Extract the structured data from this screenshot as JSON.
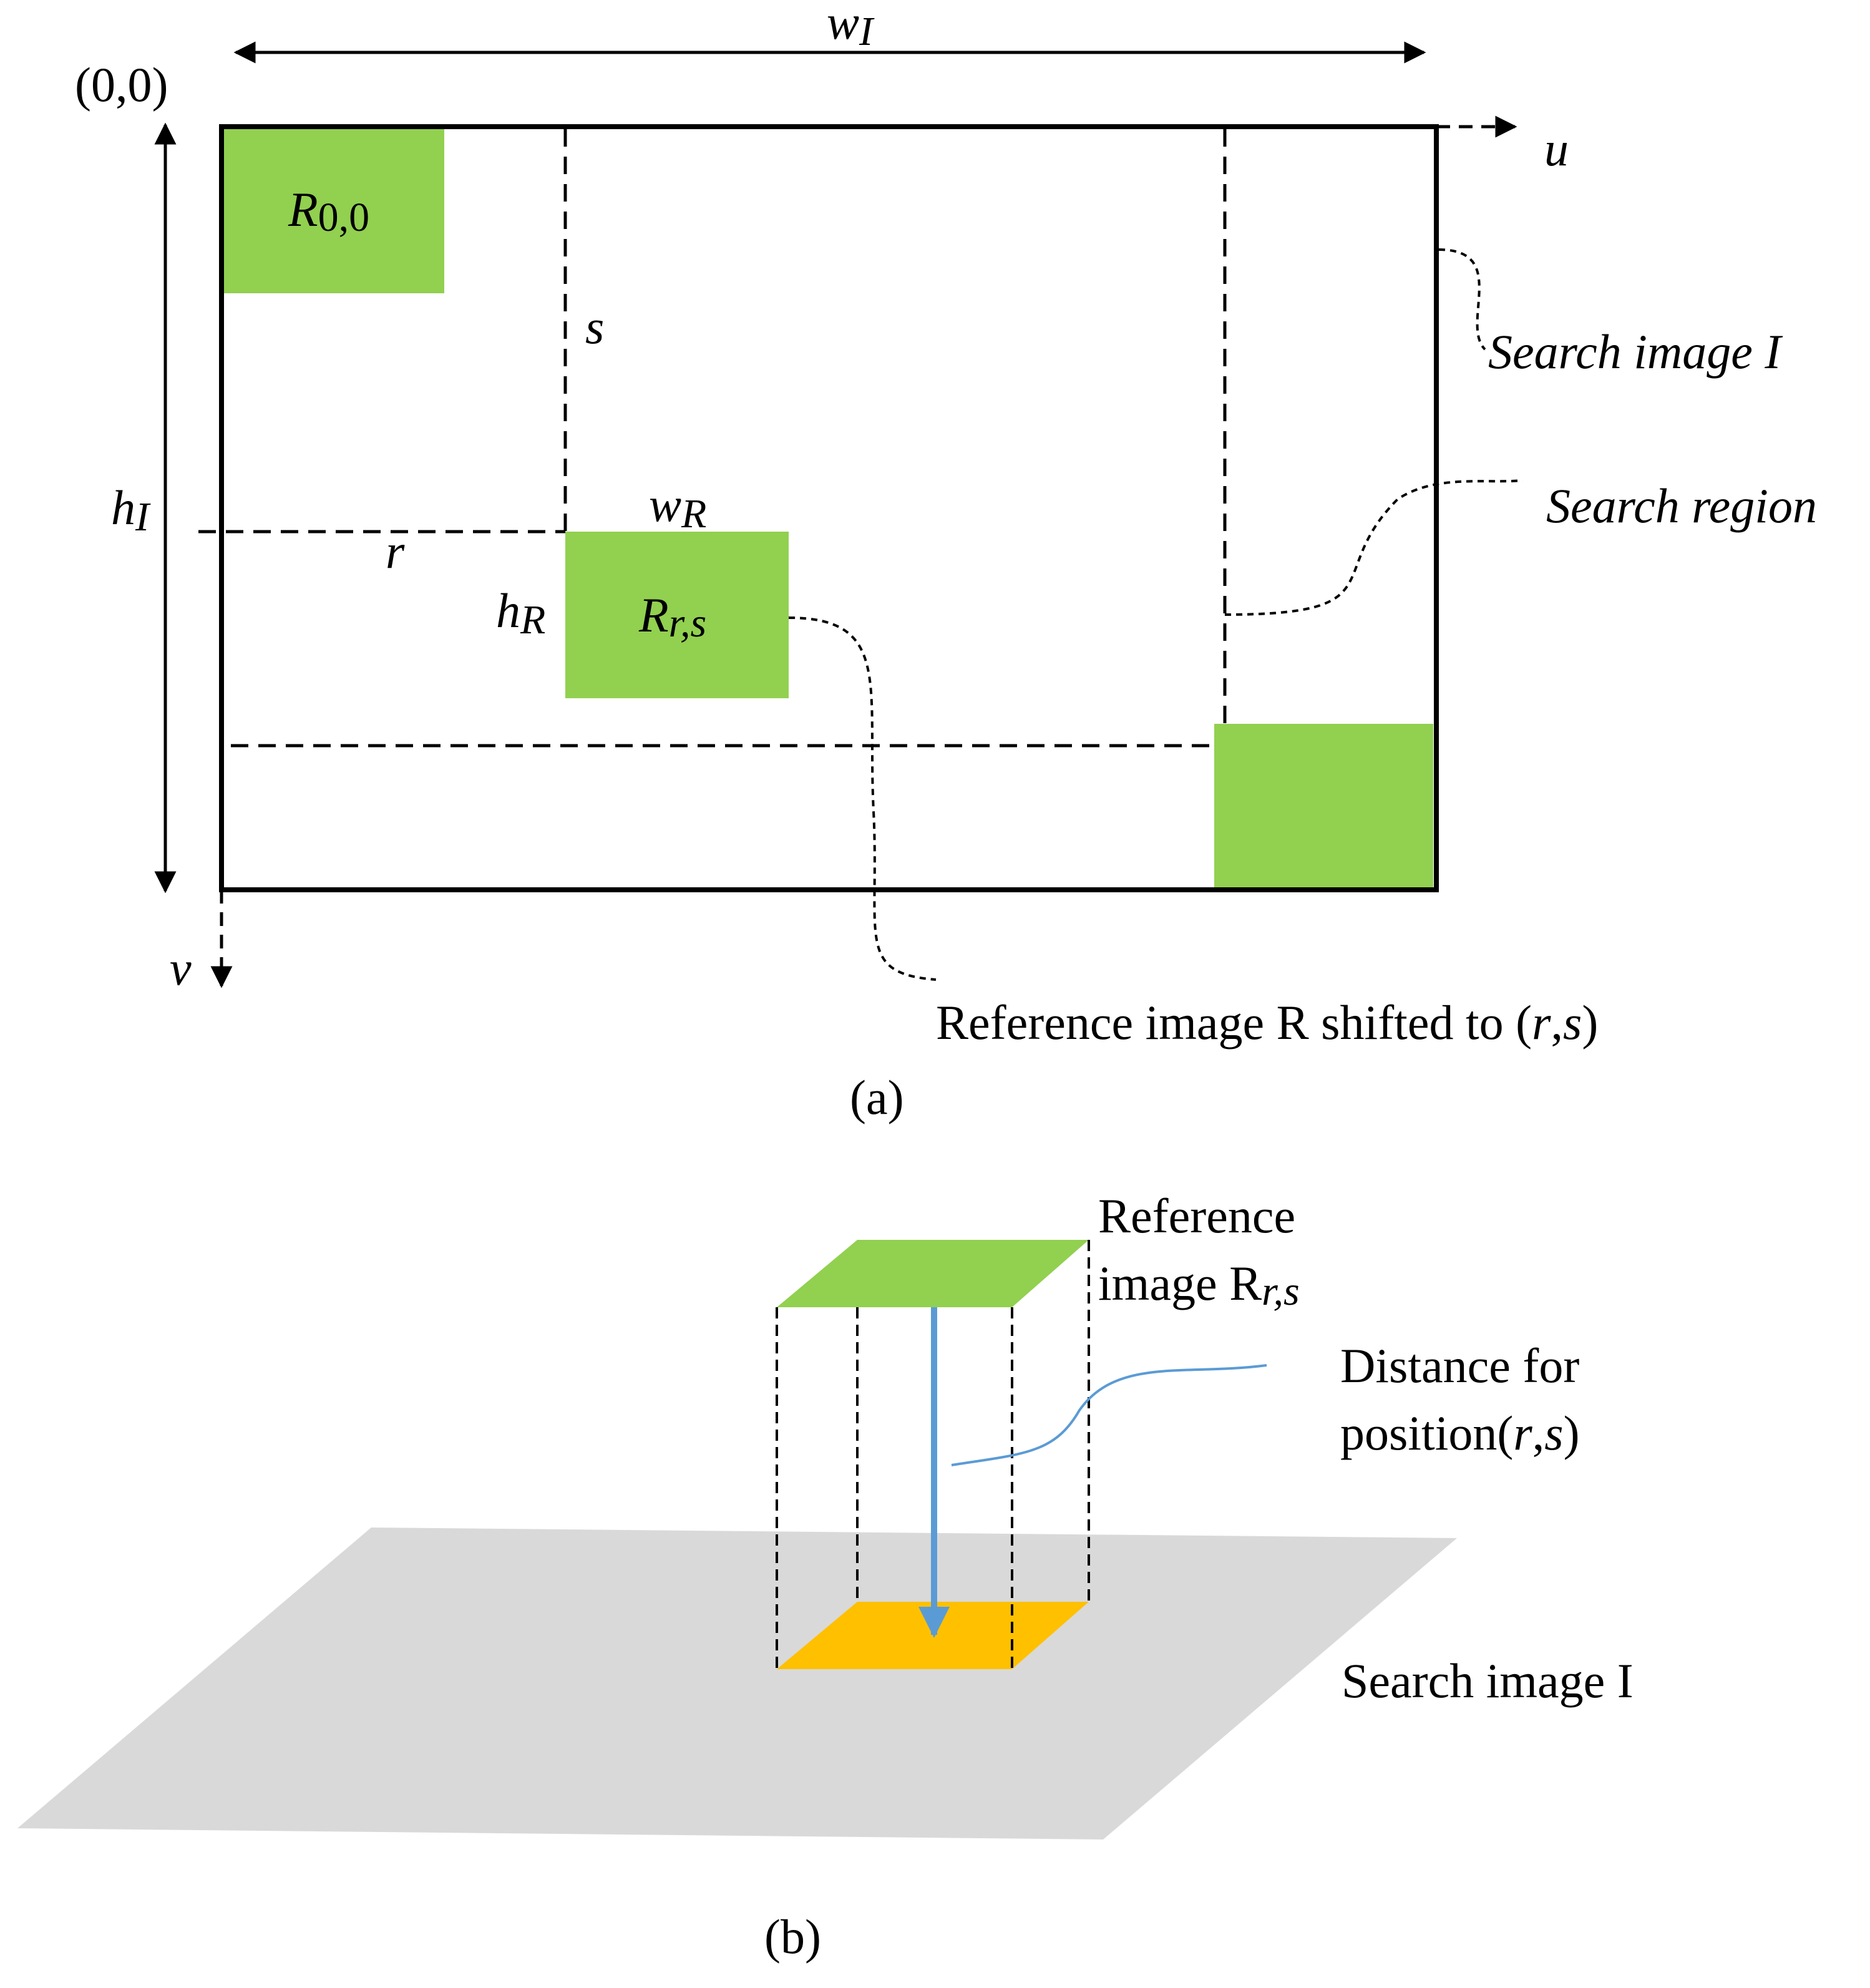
{
  "colors": {
    "patch_green": "#92d050",
    "patch_yellow": "#ffc000",
    "plane_gray": "#d9d9d9",
    "distance_blue": "#5b9bd5",
    "line": "#000000"
  },
  "panel_a": {
    "origin_label": "(0,0)",
    "width_label": {
      "main": "w",
      "sub": "I"
    },
    "height_label": {
      "main": "h",
      "sub": "I"
    },
    "u_axis_label": "u",
    "v_axis_label": "v",
    "shift_r_label": "r",
    "shift_s_label": "s",
    "ref_width_label": {
      "main": "w",
      "sub": "R"
    },
    "ref_height_label": {
      "main": "h",
      "sub": "R"
    },
    "patch_origin_label": {
      "main": "R",
      "sub": "0,0"
    },
    "patch_shifted_label": {
      "main": "R",
      "sub": "r,s"
    },
    "search_image_callout": "Search image I",
    "search_region_callout": "Search region",
    "reference_callout": {
      "prefix": "Reference image R shifted to (",
      "r": "r",
      "comma": ",",
      "s": "s",
      "suffix": ")"
    },
    "caption": "(a)"
  },
  "panel_b": {
    "reference_label": {
      "line1": "Reference",
      "line2_prefix": "image R",
      "line2_sub": "r,s"
    },
    "distance_label": {
      "line1": "Distance for",
      "line2_prefix": "position(",
      "r": "r",
      "comma": ",",
      "s": "s",
      "suffix": ")"
    },
    "search_image_label": "Search image I",
    "caption": "(b)"
  }
}
